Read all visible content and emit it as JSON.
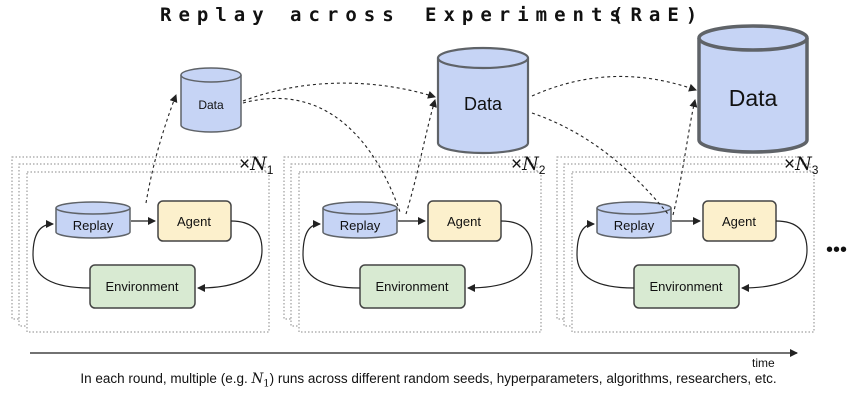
{
  "title": {
    "word1": "Replay",
    "word2": "across",
    "word3": "Experiments",
    "word4": "(RaE)"
  },
  "rounds": [
    {
      "multiplier_symbol": "×",
      "multiplier_var": "N",
      "multiplier_sub": "1",
      "data_label": "Data",
      "replay_label": "Replay",
      "agent_label": "Agent",
      "environment_label": "Environment"
    },
    {
      "multiplier_symbol": "×",
      "multiplier_var": "N",
      "multiplier_sub": "2",
      "data_label": "Data",
      "replay_label": "Replay",
      "agent_label": "Agent",
      "environment_label": "Environment"
    },
    {
      "multiplier_symbol": "×",
      "multiplier_var": "N",
      "multiplier_sub": "3",
      "data_label": "Data",
      "replay_label": "Replay",
      "agent_label": "Agent",
      "environment_label": "Environment"
    }
  ],
  "ellipsis": "•••",
  "time_label": "time",
  "caption": {
    "before": "In each round, multiple (e.g. ",
    "math_var": "N",
    "math_sub": "1",
    "after": ") runs across different random seeds, hyperparameters, algorithms, researchers, etc."
  },
  "colors": {
    "cylinder_fill": "#c6d4f5",
    "cylinder_stroke": "#5f6368",
    "agent_fill": "#fcf0cc",
    "environment_fill": "#d8ead2",
    "box_stroke": "#444444"
  }
}
